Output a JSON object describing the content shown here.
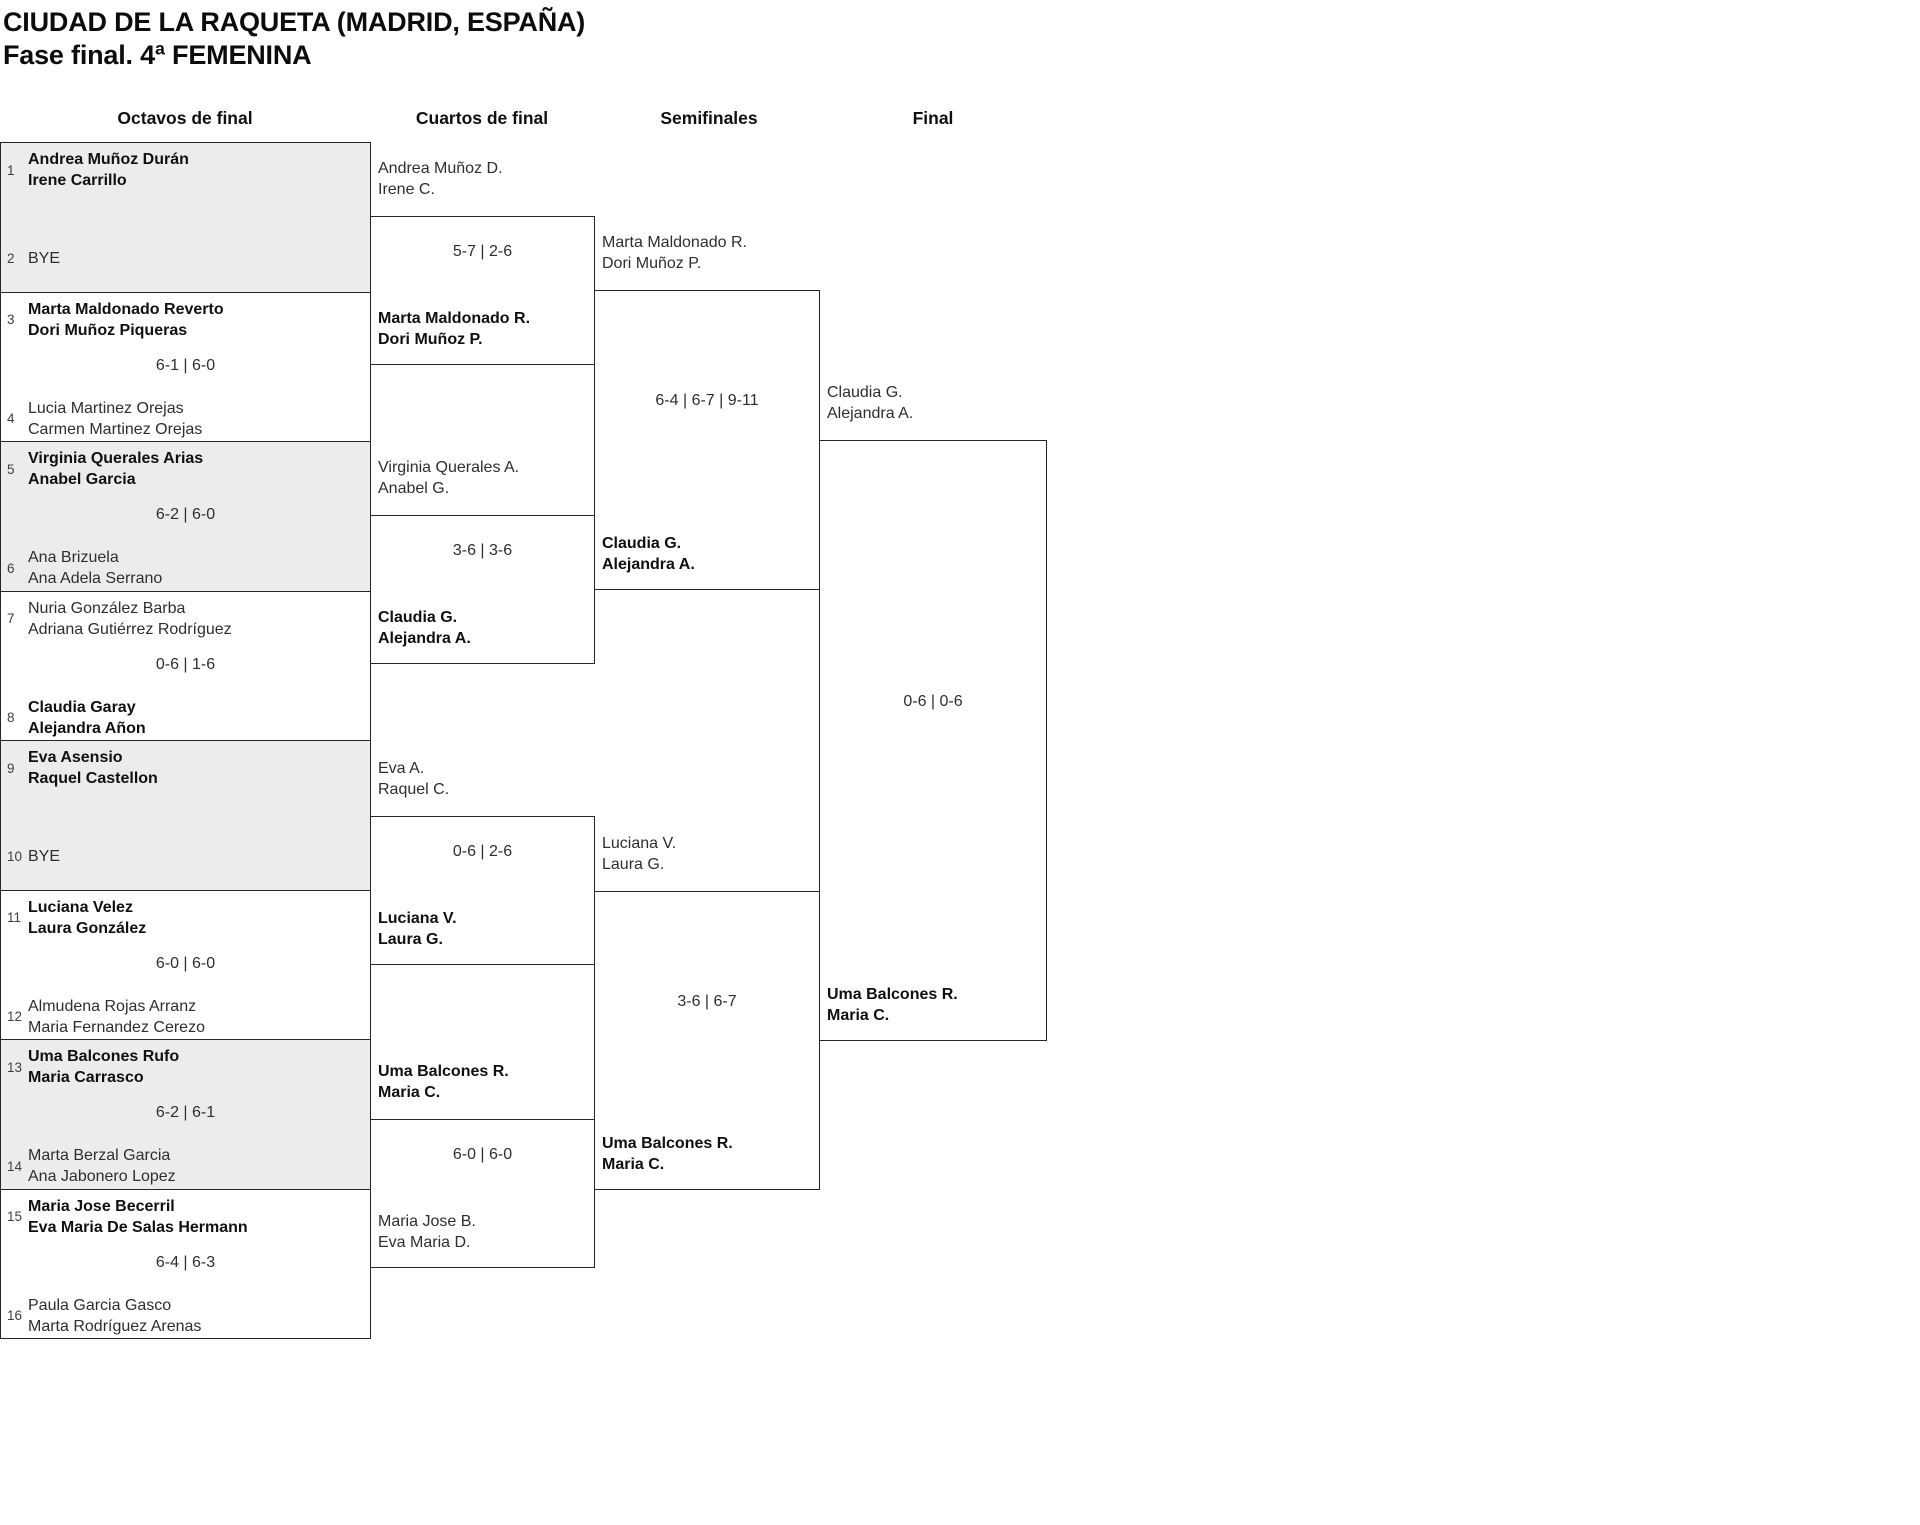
{
  "title": {
    "line1": "CIUDAD DE LA RAQUETA (MADRID, ESPAÑA)",
    "line2": "Fase final. 4ª FEMENINA"
  },
  "round_headers": [
    "Octavos de final",
    "Cuartos de final",
    "Semifinales",
    "Final"
  ],
  "r16_matches": [
    {
      "seed_top": "1",
      "team_top": {
        "l1": "Andrea Muñoz Durán",
        "l2": "Irene Carrillo"
      },
      "score": "",
      "seed_bottom": "2",
      "team_bottom": {
        "l1": "BYE",
        "l2": ""
      }
    },
    {
      "seed_top": "3",
      "team_top": {
        "l1": "Marta Maldonado Reverto",
        "l2": "Dori Muñoz Piqueras"
      },
      "score": "6-1 | 6-0",
      "seed_bottom": "4",
      "team_bottom": {
        "l1": "Lucia Martinez Orejas",
        "l2": "Carmen Martinez Orejas"
      }
    },
    {
      "seed_top": "5",
      "team_top": {
        "l1": "Virginia Querales Arias",
        "l2": "Anabel Garcia"
      },
      "score": "6-2 | 6-0",
      "seed_bottom": "6",
      "team_bottom": {
        "l1": "Ana Brizuela",
        "l2": "Ana Adela Serrano"
      }
    },
    {
      "seed_top": "7",
      "team_top": {
        "l1": "Nuria González Barba",
        "l2": "Adriana Gutiérrez Rodríguez"
      },
      "score": "0-6 | 1-6",
      "seed_bottom": "8",
      "team_bottom": {
        "l1": "Claudia Garay",
        "l2": "Alejandra Añon"
      }
    },
    {
      "seed_top": "9",
      "team_top": {
        "l1": "Eva Asensio",
        "l2": "Raquel Castellon"
      },
      "score": "",
      "seed_bottom": "10",
      "team_bottom": {
        "l1": "BYE",
        "l2": ""
      }
    },
    {
      "seed_top": "11",
      "team_top": {
        "l1": "Luciana Velez",
        "l2": "Laura González"
      },
      "score": "6-0 | 6-0",
      "seed_bottom": "12",
      "team_bottom": {
        "l1": "Almudena Rojas Arranz",
        "l2": "Maria Fernandez Cerezo"
      }
    },
    {
      "seed_top": "13",
      "team_top": {
        "l1": "Uma Balcones Rufo",
        "l2": "Maria Carrasco"
      },
      "score": "6-2 | 6-1",
      "seed_bottom": "14",
      "team_bottom": {
        "l1": "Marta Berzal Garcia",
        "l2": "Ana Jabonero Lopez"
      }
    },
    {
      "seed_top": "15",
      "team_top": {
        "l1": "Maria Jose Becerril",
        "l2": "Eva Maria De Salas Hermann"
      },
      "score": "6-4 | 6-3",
      "seed_bottom": "16",
      "team_bottom": {
        "l1": "Paula Garcia Gasco",
        "l2": "Marta Rodríguez Arenas"
      }
    }
  ],
  "quarterfinals": [
    {
      "team_top": {
        "l1": "Andrea Muñoz D.",
        "l2": "Irene C."
      },
      "score": "5-7 | 2-6",
      "team_bottom": {
        "l1": "Marta Maldonado R.",
        "l2": "Dori Muñoz P."
      }
    },
    {
      "team_top": {
        "l1": "Virginia Querales A.",
        "l2": "Anabel G."
      },
      "score": "3-6 | 3-6",
      "team_bottom": {
        "l1": "Claudia G.",
        "l2": "Alejandra A."
      }
    },
    {
      "team_top": {
        "l1": "Eva A.",
        "l2": "Raquel C."
      },
      "score": "0-6 | 2-6",
      "team_bottom": {
        "l1": "Luciana V.",
        "l2": "Laura G."
      }
    },
    {
      "team_top": {
        "l1": "Uma Balcones R.",
        "l2": "Maria C."
      },
      "score": "6-0 | 6-0",
      "team_bottom": {
        "l1": "Maria Jose B.",
        "l2": "Eva Maria D."
      }
    }
  ],
  "semifinals": [
    {
      "team_top": {
        "l1": "Marta Maldonado R.",
        "l2": "Dori Muñoz P."
      },
      "score": "6-4 | 6-7 | 9-11",
      "team_bottom": {
        "l1": "Claudia G.",
        "l2": "Alejandra A."
      }
    },
    {
      "team_top": {
        "l1": "Luciana V.",
        "l2": "Laura G."
      },
      "score": "3-6 | 6-7",
      "team_bottom": {
        "l1": "Uma Balcones R.",
        "l2": "Maria C."
      }
    }
  ],
  "final": {
    "team_top": {
      "l1": "Claudia G.",
      "l2": "Alejandra A."
    },
    "score": "0-6 | 0-6",
    "team_bottom": {
      "l1": "Uma Balcones R.",
      "l2": "Maria C."
    }
  },
  "colors": {
    "shaded_row": "#ececec",
    "box_border": "#262626",
    "text": "#2e2e2e",
    "winner_text": "#101010"
  }
}
